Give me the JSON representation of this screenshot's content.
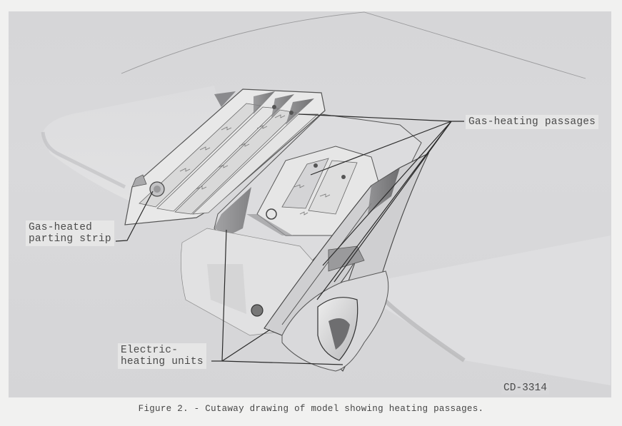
{
  "figure": {
    "caption": "Figure 2. - Cutaway drawing of model showing heating passages.",
    "code": "CD-3314",
    "subject": "Cutaway drawing of airfoil model showing heating passages"
  },
  "callouts": [
    {
      "id": "gas-heating-passages",
      "text": "Gas-heating passages",
      "leader_count": 5
    },
    {
      "id": "gas-heated-parting-strip",
      "text": "Gas-heated\nparting strip",
      "leader_count": 1
    },
    {
      "id": "electric-heating-units",
      "text": "Electric-\nheating units",
      "leader_count": 3
    }
  ],
  "colors": {
    "page": "#f1f1f0",
    "panel": "#d6d6d8",
    "label_bg": "#e6e6e6",
    "ink": "#2a2a2a"
  }
}
